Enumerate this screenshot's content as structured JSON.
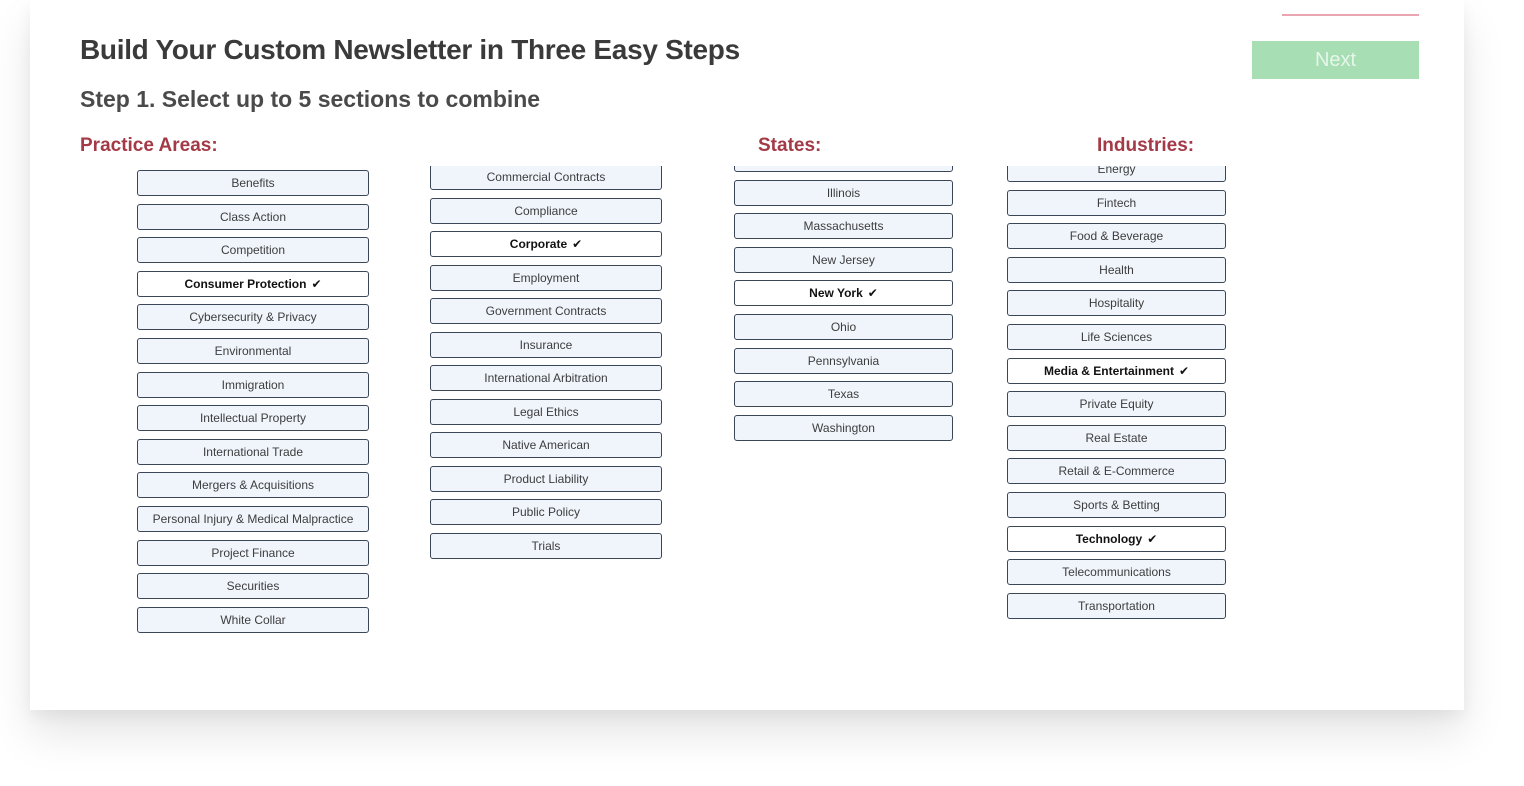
{
  "page": {
    "title": "Build Your Custom Newsletter in Three Easy Steps",
    "subtitle": "Step 1. Select up to 5 sections to combine",
    "next_label": "Next"
  },
  "headings": {
    "practice_areas": "Practice Areas:",
    "states": "States:",
    "industries": "Industries:"
  },
  "practice_areas_col1": [
    {
      "label": "Benefits",
      "selected": false
    },
    {
      "label": "Class Action",
      "selected": false
    },
    {
      "label": "Competition",
      "selected": false
    },
    {
      "label": "Consumer Protection",
      "selected": true
    },
    {
      "label": "Cybersecurity & Privacy",
      "selected": false
    },
    {
      "label": "Environmental",
      "selected": false
    },
    {
      "label": "Immigration",
      "selected": false
    },
    {
      "label": "Intellectual Property",
      "selected": false
    },
    {
      "label": "International Trade",
      "selected": false
    },
    {
      "label": "Mergers & Acquisitions",
      "selected": false
    },
    {
      "label": "Personal Injury & Medical Malpractice",
      "selected": false
    },
    {
      "label": "Project Finance",
      "selected": false
    },
    {
      "label": "Securities",
      "selected": false
    },
    {
      "label": "White Collar",
      "selected": false
    }
  ],
  "practice_areas_col2": [
    {
      "label": "Commercial Contracts",
      "selected": false
    },
    {
      "label": "Compliance",
      "selected": false
    },
    {
      "label": "Corporate",
      "selected": true
    },
    {
      "label": "Employment",
      "selected": false
    },
    {
      "label": "Government Contracts",
      "selected": false
    },
    {
      "label": "Insurance",
      "selected": false
    },
    {
      "label": "International Arbitration",
      "selected": false
    },
    {
      "label": "Legal Ethics",
      "selected": false
    },
    {
      "label": "Native American",
      "selected": false
    },
    {
      "label": "Product Liability",
      "selected": false
    },
    {
      "label": "Public Policy",
      "selected": false
    },
    {
      "label": "Trials",
      "selected": false
    }
  ],
  "states": [
    {
      "label": "",
      "selected": false
    },
    {
      "label": "Illinois",
      "selected": false
    },
    {
      "label": "Massachusetts",
      "selected": false
    },
    {
      "label": "New Jersey",
      "selected": false
    },
    {
      "label": "New York",
      "selected": true
    },
    {
      "label": "Ohio",
      "selected": false
    },
    {
      "label": "Pennsylvania",
      "selected": false
    },
    {
      "label": "Texas",
      "selected": false
    },
    {
      "label": "Washington",
      "selected": false
    }
  ],
  "industries": [
    {
      "label": "Energy",
      "selected": false
    },
    {
      "label": "Fintech",
      "selected": false
    },
    {
      "label": "Food & Beverage",
      "selected": false
    },
    {
      "label": "Health",
      "selected": false
    },
    {
      "label": "Hospitality",
      "selected": false
    },
    {
      "label": "Life Sciences",
      "selected": false
    },
    {
      "label": "Media & Entertainment",
      "selected": true
    },
    {
      "label": "Private Equity",
      "selected": false
    },
    {
      "label": "Real Estate",
      "selected": false
    },
    {
      "label": "Retail & E-Commerce",
      "selected": false
    },
    {
      "label": "Sports & Betting",
      "selected": false
    },
    {
      "label": "Technology",
      "selected": true
    },
    {
      "label": "Telecommunications",
      "selected": false
    },
    {
      "label": "Transportation",
      "selected": false
    }
  ],
  "check_glyph": "✔",
  "colors": {
    "heading": "#a33a46",
    "next_disabled_bg": "#a8deb4",
    "option_bg": "#f0f5fc",
    "option_border": "#3b4656"
  }
}
